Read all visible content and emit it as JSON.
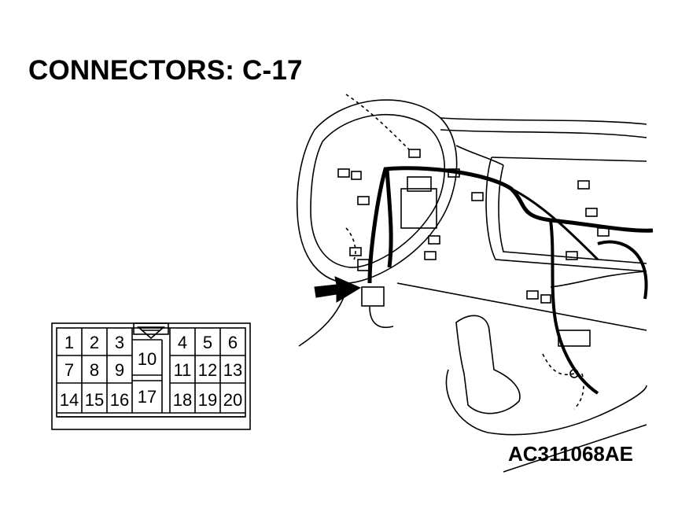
{
  "title": "CONNECTORS: C-17",
  "figure_code": "AC311068AE",
  "connector": {
    "pins": [
      "1",
      "2",
      "3",
      "4",
      "5",
      "6",
      "7",
      "8",
      "9",
      "10",
      "11",
      "12",
      "13",
      "14",
      "15",
      "16",
      "17",
      "18",
      "19",
      "20"
    ]
  }
}
